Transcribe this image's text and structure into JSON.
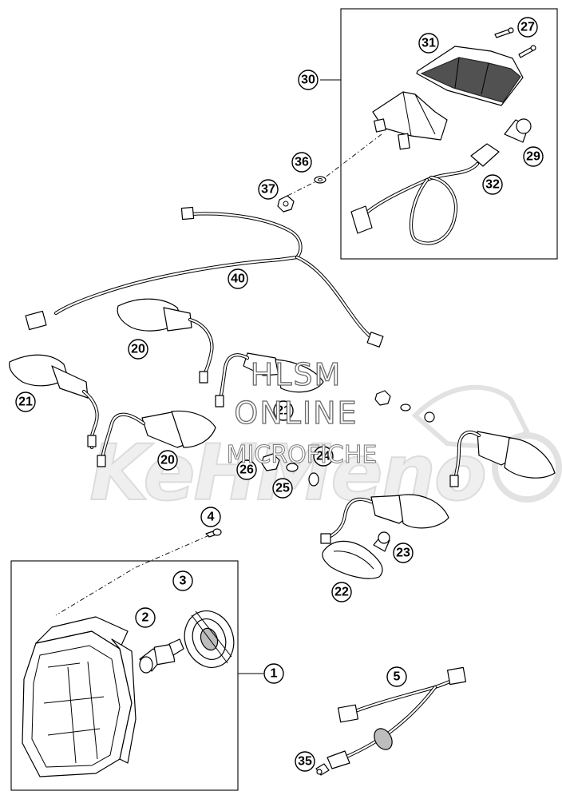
{
  "watermark": {
    "line1": "HLSM",
    "line2": "ONLINE",
    "line3": "MICROFICHE",
    "brand": "KeHMeno"
  },
  "callouts": {
    "n1": "1",
    "n2": "2",
    "n3": "3",
    "n4": "4",
    "n5": "5",
    "n20a": "20",
    "n20b": "20",
    "n21a": "21",
    "n21b": "21",
    "n22": "22",
    "n23": "23",
    "n24": "24",
    "n25": "25",
    "n26": "26",
    "n27": "27",
    "n29": "29",
    "n30": "30",
    "n31": "31",
    "n32": "32",
    "n35": "35",
    "n36": "36",
    "n37": "37",
    "n40": "40"
  },
  "colors": {
    "line": "#000000",
    "background": "#ffffff",
    "watermark_stroke": "#6a6a6a"
  }
}
